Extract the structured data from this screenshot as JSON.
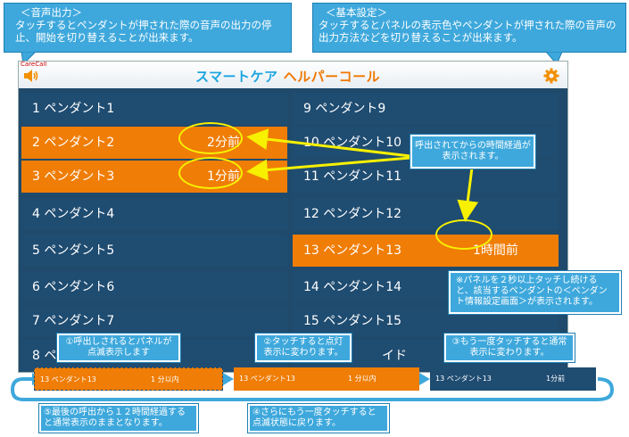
{
  "callouts": {
    "sound": {
      "title": "＜音声出力＞",
      "body": "タッチするとペンダントが押された際の音声の出力の停止、開始を切り替えることが出来ます。"
    },
    "settings": {
      "title": "＜基本設定＞",
      "body": "タッチするとパネルの表示色やペンダントが押された際の音声の出力方法などを切り替えることが出来ます。"
    },
    "elapsed": "呼出されてからの時間経過が表示されます。",
    "long_press": "※パネルを２秒以上タッチし続けると、該当するペンダントの＜ペンダント情報設定画面＞が表示されます。"
  },
  "app": {
    "logo": "CareCall",
    "title_part1": "スマートケア",
    "title_part2": "ヘルパーコール"
  },
  "left_cells": [
    {
      "label": "1  ペンダント1",
      "time": ""
    },
    {
      "label": "2  ペンダント2",
      "time": "2分前"
    },
    {
      "label": "3  ペンダント3",
      "time": "1分前"
    },
    {
      "label": "4  ペンダント4",
      "time": ""
    },
    {
      "label": "5  ペンダント5",
      "time": ""
    },
    {
      "label": "6  ペンダント6",
      "time": ""
    },
    {
      "label": "7  ペンダント7",
      "time": ""
    },
    {
      "label": "8  ペ",
      "time": ""
    }
  ],
  "right_cells": [
    {
      "label": "9  ペンダント9",
      "time": ""
    },
    {
      "label": "10  ペンダント10",
      "time": ""
    },
    {
      "label": "11  ペンダント11",
      "time": ""
    },
    {
      "label": "12  ペンダント12",
      "time": ""
    },
    {
      "label": "13  ペンダント13",
      "time": "1時間前"
    },
    {
      "label": "14  ペンダント14",
      "time": ""
    },
    {
      "label": "15  ペンダント15",
      "time": ""
    },
    {
      "label": "イド",
      "time": ""
    }
  ],
  "steps": {
    "s1": "①呼出しされるとパネルが点滅表示します",
    "s2": "②タッチすると点灯表示に変わります。",
    "s3": "③もう一度タッチすると通常表示に変わります。",
    "s4": "④さらにもう一度タッチすると点滅状態に戻ります。",
    "s5": "⑤最後の呼出から１２時間経過すると通常表示のままとなります。"
  },
  "strips": {
    "a": {
      "label": "13  ペンダント13",
      "time": "1 分以内"
    },
    "b": {
      "label": "13  ペンダント13",
      "time": "1 分以内"
    },
    "c": {
      "label": "13  ペンダント13",
      "time": "1分前"
    }
  },
  "colors": {
    "panel": "#1f4c71",
    "active": "#ef7d06",
    "callout": "#3ea8dc",
    "highlight": "#f7f000"
  }
}
